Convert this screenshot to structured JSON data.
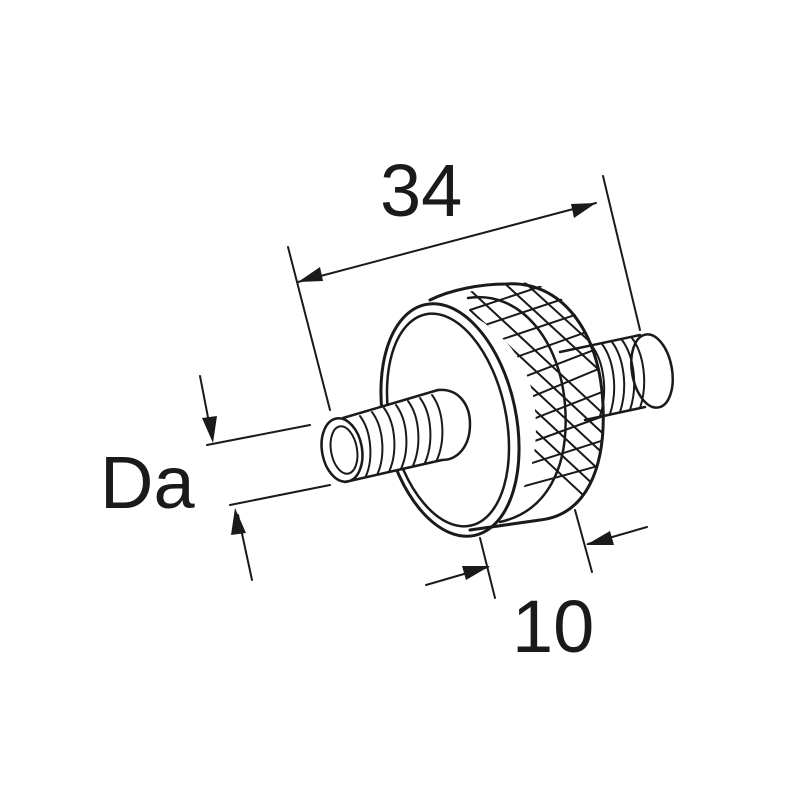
{
  "dimensions": {
    "overall_length": "34",
    "thread_diameter": "Da",
    "knob_width": "10"
  },
  "colors": {
    "line": "#1a1a1a",
    "background": "#ffffff"
  }
}
